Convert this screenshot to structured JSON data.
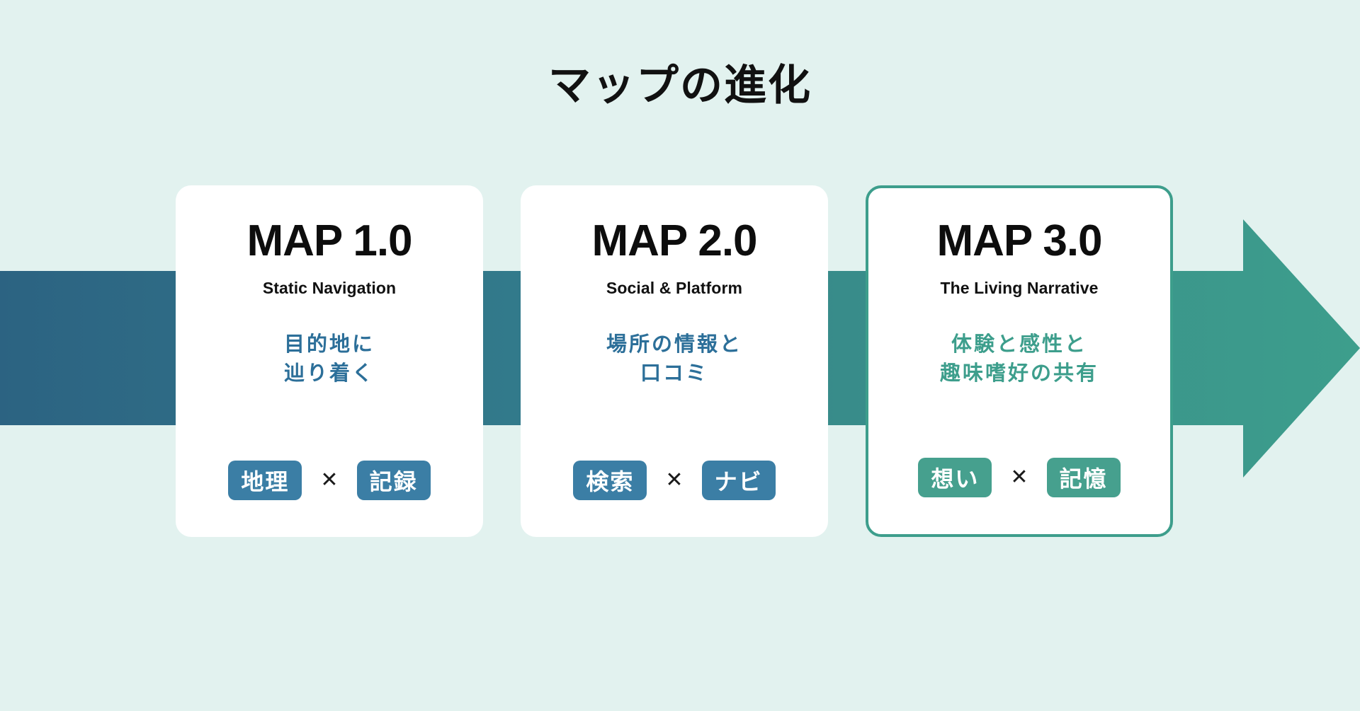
{
  "page": {
    "title": "マップの進化",
    "background_color": "#e2f2ef"
  },
  "arrow": {
    "name": "evolution-arrow",
    "start_color": "#2c6382",
    "mid_color": "#357f8a",
    "end_color": "#3d9e8c"
  },
  "cards": [
    {
      "id": "map-1",
      "title": "MAP 1.0",
      "subtitle": "Static Navigation",
      "desc_line1": "目的地に",
      "desc_line2": "辿り着く",
      "desc_color": "#2c6f99",
      "pill_left": "地理",
      "pill_right": "記録",
      "pill_color": "#3b7ea5",
      "separator": "✕",
      "highlighted": false
    },
    {
      "id": "map-2",
      "title": "MAP 2.0",
      "subtitle": "Social & Platform",
      "desc_line1": "場所の情報と",
      "desc_line2": "口コミ",
      "desc_color": "#2c6f99",
      "pill_left": "検索",
      "pill_right": "ナビ",
      "pill_color": "#3b7ea5",
      "separator": "✕",
      "highlighted": false
    },
    {
      "id": "map-3",
      "title": "MAP 3.0",
      "subtitle": "The Living Narrative",
      "desc_line1": "体験と感性と",
      "desc_line2": "趣味嗜好の共有",
      "desc_color": "#3d9e8c",
      "pill_left": "想い",
      "pill_right": "記憶",
      "pill_color": "#46a08e",
      "separator": "✕",
      "highlighted": true,
      "border_color": "#3d9e8c"
    }
  ]
}
